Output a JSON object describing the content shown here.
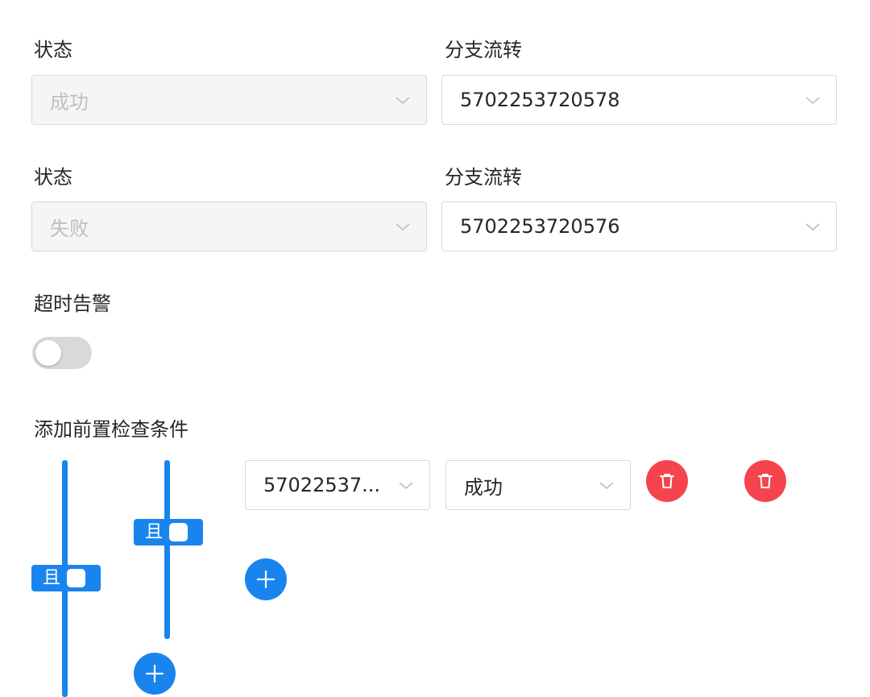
{
  "rule1": {
    "status_label": "状态",
    "branch_label": "分支流转",
    "status_value": "成功",
    "branch_value": "5702253720578"
  },
  "rule2": {
    "status_label": "状态",
    "branch_label": "分支流转",
    "status_value": "失败",
    "branch_value": "5702253720576"
  },
  "timeout_alarm": {
    "label": "超时告警",
    "enabled": false
  },
  "precheck": {
    "label": "添加前置检查条件",
    "outer_group": {
      "operator": "且"
    },
    "inner_group": {
      "operator": "且"
    },
    "condition": {
      "node_value": "57022537...",
      "status_value": "成功"
    }
  },
  "colors": {
    "primary": "#1a84ee",
    "danger": "#f5444d",
    "border": "#d9d9d9",
    "disabled_bg": "#f5f5f5"
  },
  "icons": {
    "select_arrow": "chevron-down-icon",
    "add": "plus-icon",
    "remove": "trash-icon"
  }
}
